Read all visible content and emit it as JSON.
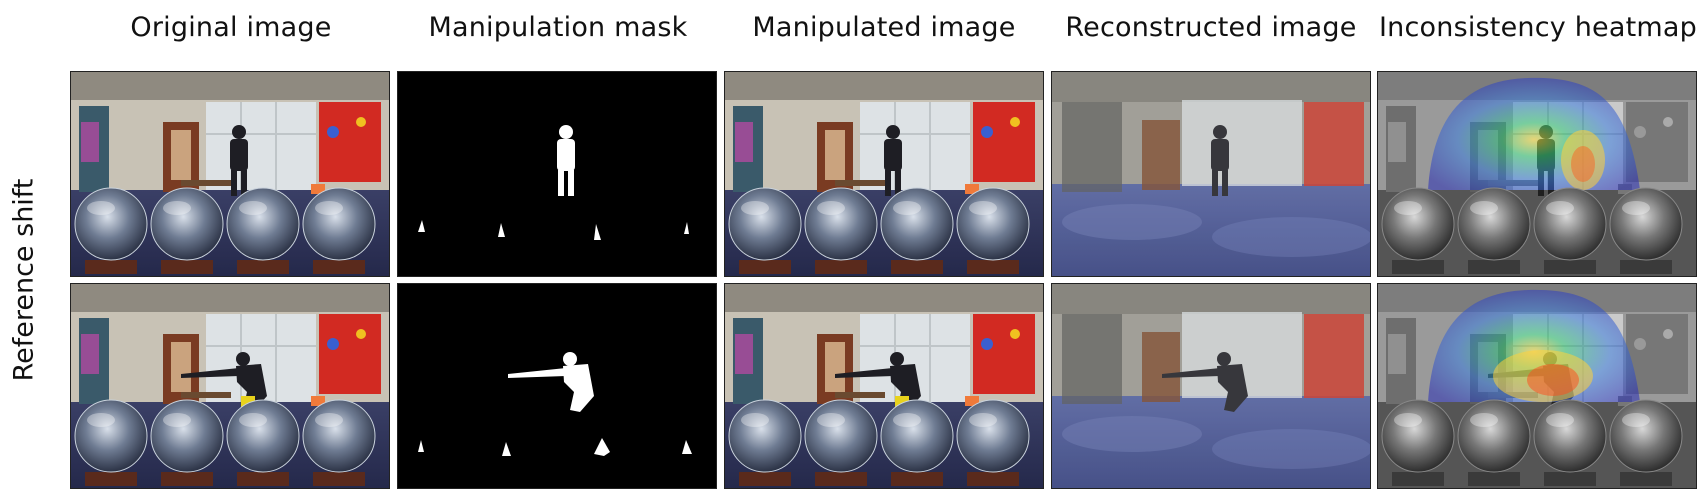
{
  "figure": {
    "columns": [
      {
        "title": "Original image"
      },
      {
        "title": "Manipulation mask"
      },
      {
        "title": "Manipulated image"
      },
      {
        "title": "Reconstructed image"
      },
      {
        "title": "Inconsistency heatmap"
      }
    ],
    "row_label": "Reference shift",
    "rows": [
      {
        "variant": "standing-person"
      },
      {
        "variant": "reaching-person"
      }
    ]
  }
}
